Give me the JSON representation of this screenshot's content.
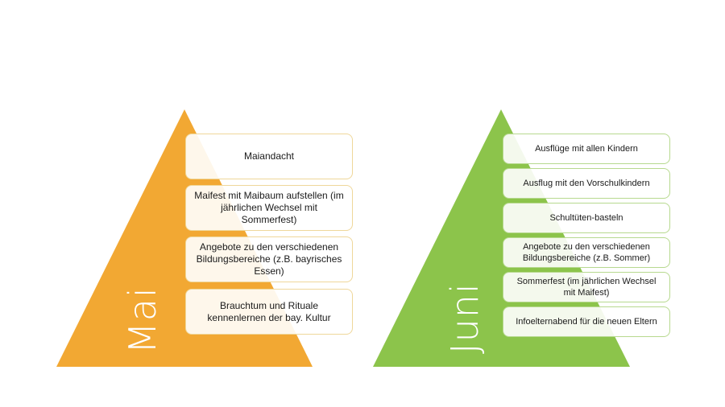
{
  "colors": {
    "mai_triangle": "#f2a833",
    "juni_triangle": "#8cc44b"
  },
  "mai": {
    "label": "Mai",
    "items": [
      "Maiandacht",
      "Maifest mit Maibaum aufstellen (im jährlichen Wechsel mit Sommerfest)",
      "Angebote zu den verschiedenen Bildungsbereiche (z.B. bayrisches Essen)",
      "Brauchtum und Rituale kennenlernen der bay. Kultur"
    ]
  },
  "juni": {
    "label": "Juni",
    "items": [
      "Ausflüge mit allen Kindern",
      "Ausflug mit den Vorschulkindern",
      "Schultüten-basteln",
      "Angebote zu den verschiedenen Bildungsbereiche  (z.B. Sommer)",
      "Sommerfest (im jährlichen Wechsel mit Maifest)",
      "Infoelternabend für die neuen Eltern"
    ]
  }
}
